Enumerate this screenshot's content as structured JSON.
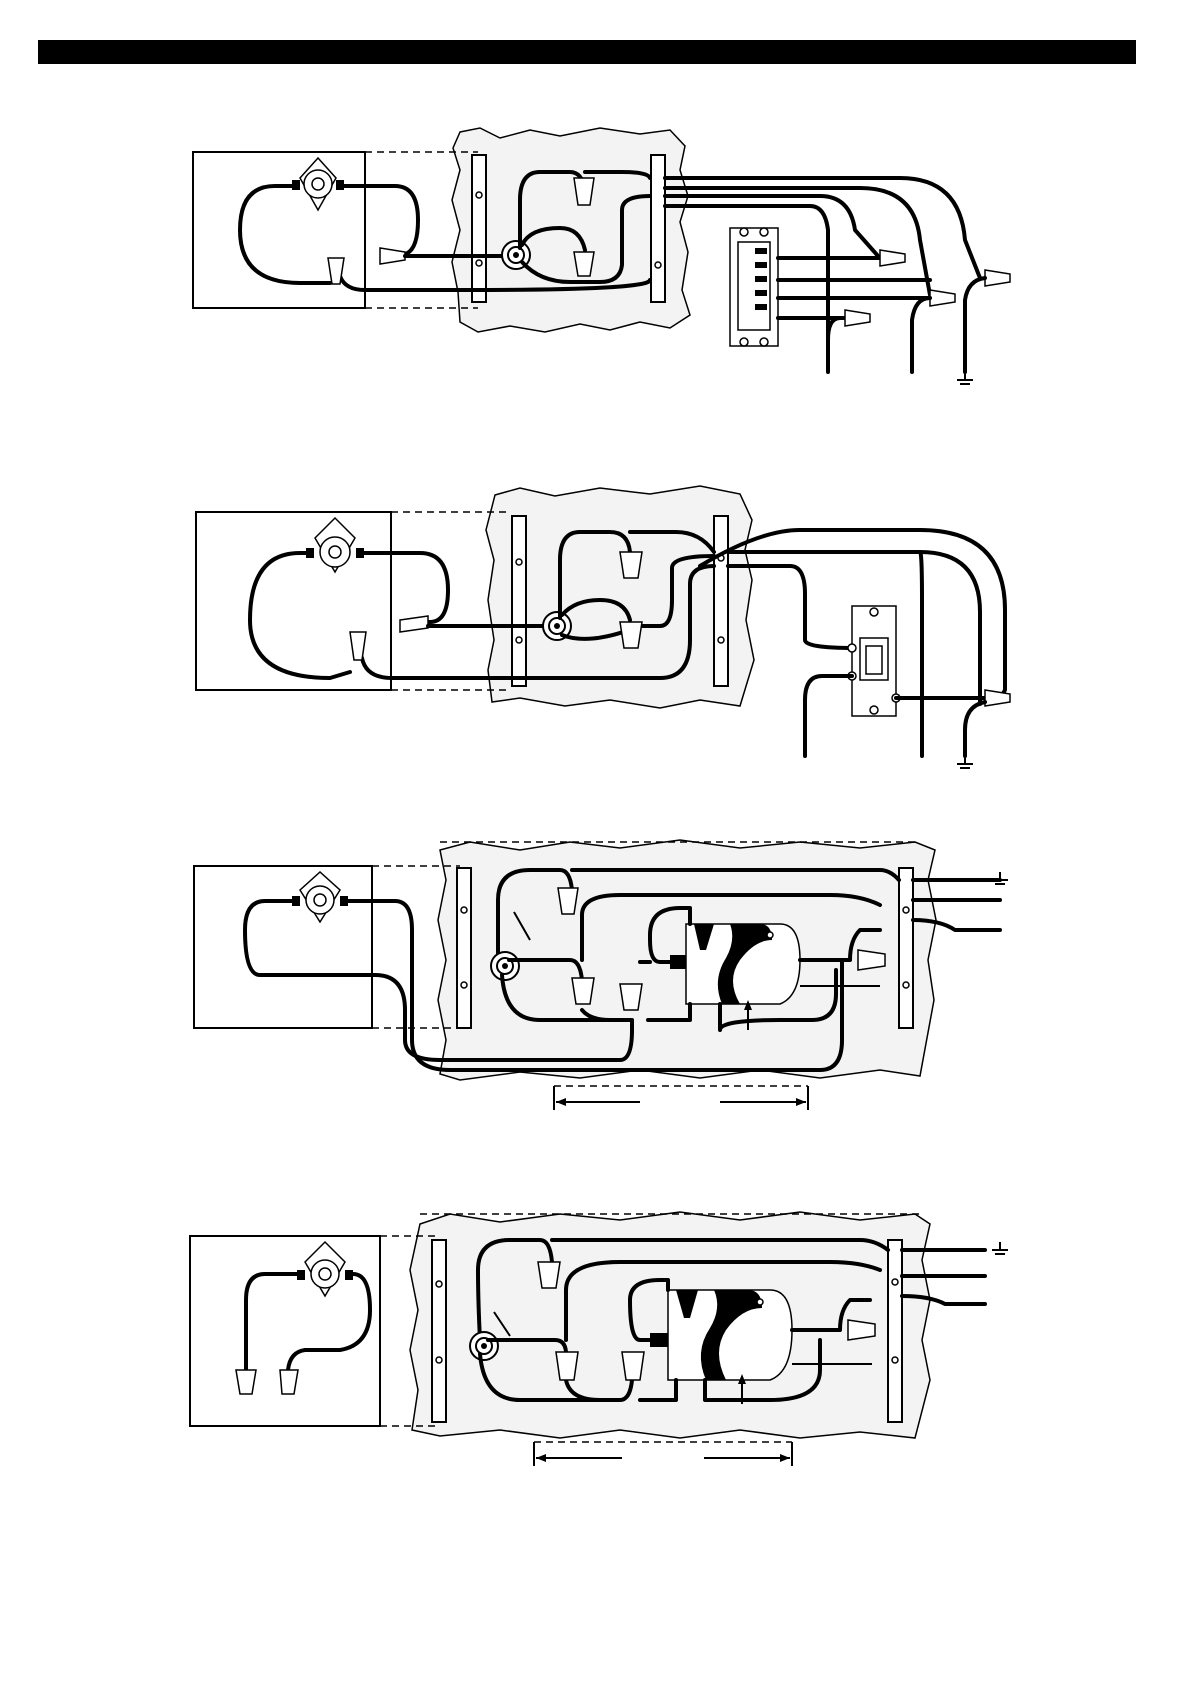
{
  "page": {
    "header_title": "",
    "background": "#ffffff",
    "ink": "#000000"
  },
  "diagrams": [
    {
      "id": "diagram-1",
      "description_visible": ""
    },
    {
      "id": "diagram-2",
      "description_visible": ""
    },
    {
      "id": "diagram-3",
      "description_visible": ""
    },
    {
      "id": "diagram-4",
      "description_visible": ""
    }
  ],
  "icons": {
    "thermostat": "thermostat-icon",
    "wire_nut": "wire-nut-icon",
    "cable_clamp": "cable-clamp-icon",
    "timer_switch": "timer-switch-icon",
    "toggle_switch": "toggle-switch-icon",
    "fan_motor": "fan-motor-icon",
    "ground": "ground-icon"
  }
}
